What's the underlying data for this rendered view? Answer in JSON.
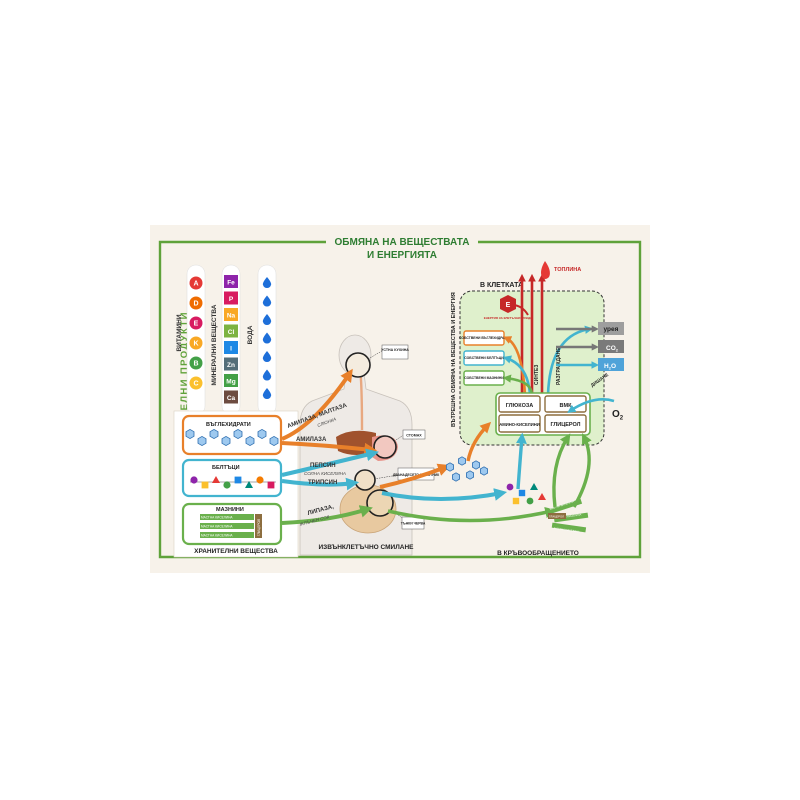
{
  "title": {
    "line1": "ОБМЯНА НА ВЕЩЕСТВАТА",
    "line2": "И ЕНЕРГИЯТА"
  },
  "side_label": "ХРАНИТЕЛНИ  ПРОДУКТИ",
  "columns": {
    "vitamins": {
      "label": "ВИТАМИНИ",
      "items": [
        {
          "text": "A",
          "color": "#e53935"
        },
        {
          "text": "D",
          "color": "#ef6c00"
        },
        {
          "text": "E",
          "color": "#d81b60"
        },
        {
          "text": "K",
          "color": "#f9a825"
        },
        {
          "text": "B",
          "color": "#43a047"
        },
        {
          "text": "C",
          "color": "#fbc02d"
        }
      ]
    },
    "minerals": {
      "label": "МИНЕРАЛНИ ВЕЩЕСТВА",
      "items": [
        {
          "text": "Fe",
          "color": "#8e24aa"
        },
        {
          "text": "P",
          "color": "#d81b60"
        },
        {
          "text": "Na",
          "color": "#f9a825"
        },
        {
          "text": "Cl",
          "color": "#7cb342"
        },
        {
          "text": "I",
          "color": "#1e88e5"
        },
        {
          "text": "Zn",
          "color": "#546e7a"
        },
        {
          "text": "Mg",
          "color": "#43a047"
        },
        {
          "text": "Ca",
          "color": "#6d4c41"
        }
      ]
    },
    "water": {
      "label": "ВОДА",
      "drop_color": "#1e6fd9"
    }
  },
  "nutrients": {
    "carbs": "ВЪГЛЕХИДРАТИ",
    "proteins": "БЕЛТЪЦИ",
    "fats": "МАЗНИНИ",
    "fatty_acid": "МАСТНА КИСЕЛИНА",
    "glycerol": "ГЛИЦЕРОЛ",
    "footer": "ХРАНИТЕЛНИ ВЕЩЕСТВА"
  },
  "organs": {
    "mouth": "УСТНА КУХИНА",
    "stomach": "СТОМАХ",
    "duodenum": "ДВАНАДЕСЕТО-ПРЪСТНИК",
    "intestine": "ТЪНКИ ЧЕРВА"
  },
  "enzymes": {
    "amylase_maltase": "АМИЛАЗА, МАЛТАЗА",
    "saliva": "СЛЮНКА",
    "amylase": "АМИЛАЗА",
    "pepsin": "ПЕПСИН",
    "hcl": "СОЛНА КИСЕЛИНА",
    "trypsin": "ТРИПСИН",
    "lipase": "ЛИПАЗА,",
    "bile": "ЖЛЪЧЕН СОК"
  },
  "cell": {
    "title": "В КЛЕТКАТА",
    "heat": "ТОПЛИНА",
    "energy_label": "ЕНЕРГИЯ ЗА КЛЕТЪЧНИ НУЖДИ",
    "side_label": "ВЪТРЕШНА ОБМЯНА НА ВЕЩЕСТВА И ЕНЕРГИЯ",
    "own_carbs": "СОБСТВЕНИ ВЪГЛЕХИДРАТИ",
    "own_proteins": "СОБСТВЕНИ БЕЛТЪЦИ",
    "own_fats": "СОБСТВЕНИ МАЗНИНИ",
    "synthesis": "СИНТЕЗ",
    "breakdown": "РАЗГРАЖДАНЕ",
    "glucose": "ГЛЮКОЗА",
    "vmk": "ВМК",
    "amino_acids": "АМИНО-КИСЕЛИНИ",
    "glycerol": "ГЛИЦЕРОЛ"
  },
  "outputs": {
    "urea": "урея",
    "co2": "CO",
    "co2_sub": "2",
    "h2o_h": "H",
    "h2o_sub": "2",
    "h2o_o": "O",
    "breathing": "ДИШАНЕ",
    "o2": "O",
    "o2_sub": "2"
  },
  "bottom": {
    "digestion": "ИЗВЪНКЛЕТЪЧНО СМИЛАНЕ",
    "blood": "В КРЪВООБРАЩЕНИЕТО"
  },
  "colors": {
    "green": "#5fa23a",
    "dark_green": "#2e7d32",
    "orange": "#e8802a",
    "blue": "#42b4cf",
    "red": "#c62828",
    "brown": "#a47438",
    "cell_bg": "#dff0cc"
  }
}
